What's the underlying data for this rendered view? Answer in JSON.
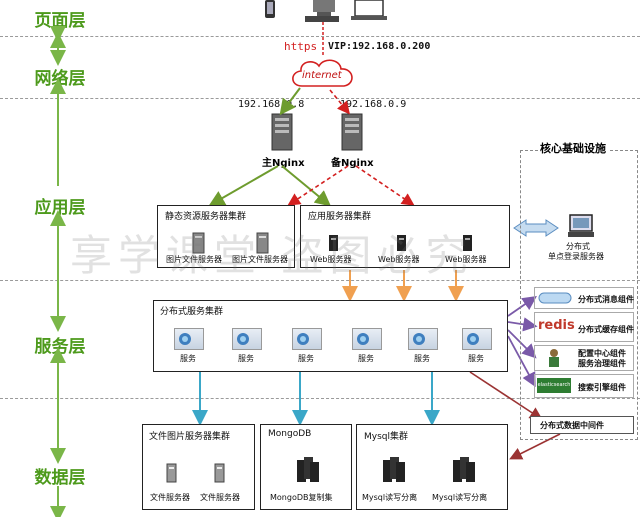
{
  "layers": {
    "page": "页面层",
    "network": "网络层",
    "app": "应用层",
    "service": "服务层",
    "data": "数据层"
  },
  "network": {
    "protocol": "https",
    "vip": "VIP:192.168.0.200",
    "cloud": "internet",
    "ip_primary": "192.168.0.8",
    "ip_backup": "192.168.0.9",
    "nginx_primary": "主Nginx",
    "nginx_backup": "备Nginx"
  },
  "app": {
    "static_cluster": "静态资源服务器集群",
    "static_servers": [
      "图片文件服务器",
      "图片文件服务器"
    ],
    "app_cluster": "应用服务器集群",
    "web_servers": [
      "Web服务器",
      "Web服务器",
      "Web服务器"
    ],
    "sso_line1": "分布式",
    "sso_line2": "单点登录服务器"
  },
  "service": {
    "cluster": "分布式服务集群",
    "services": [
      "服务",
      "服务",
      "服务",
      "服务",
      "服务",
      "服务"
    ]
  },
  "core": {
    "title": "核心基础设施",
    "items": [
      "分布式消息组件",
      "分布式缓存组件",
      "配置中心组件",
      "服务治理组件",
      "搜索引擎组件"
    ],
    "redis_logo": "redis",
    "es_logo": "elasticsearch",
    "data_middleware": "分布式数据中间件"
  },
  "data": {
    "file_cluster": "文件图片服务器集群",
    "file_servers": [
      "文件服务器",
      "文件服务器"
    ],
    "mongo_cluster": "MongoDB",
    "mongo_label": "MongoDB复制集",
    "mysql_cluster": "Mysql集群",
    "mysql_servers": [
      "Mysql读写分离",
      "Mysql读写分离"
    ]
  },
  "watermark": "享学课堂 盗图必究",
  "colors": {
    "layer_text": "#4d9a1c",
    "green_arrow": "#6e9c2e",
    "red_arrow": "#d32020",
    "orange_arrow": "#f0a050",
    "blue_arrow": "#3aa7c8",
    "purple_arrow": "#7a5aa8",
    "brown_arrow": "#9b3333"
  }
}
